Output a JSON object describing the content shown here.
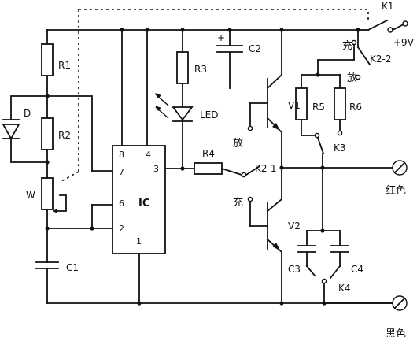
{
  "components": {
    "K1": "K1",
    "supply": "+9V",
    "K2_2": "K2-2",
    "K2_1": "K2-1",
    "R1": "R1",
    "R2": "R2",
    "R3": "R3",
    "R4": "R4",
    "R5": "R5",
    "R6": "R6",
    "D": "D",
    "W": "W",
    "C1": "C1",
    "C2": "C2",
    "C3": "C3",
    "C4": "C4",
    "K3": "K3",
    "K4": "K4",
    "LED": "LED",
    "IC": "IC",
    "V1": "V1",
    "V2": "V2",
    "plus": "+"
  },
  "pins": {
    "p8": "8",
    "p4": "4",
    "p7": "7",
    "p3": "3",
    "p6": "6",
    "p2": "2",
    "p1": "1"
  },
  "labels": {
    "charge_top": "充",
    "discharge_top": "放",
    "discharge_mid": "放",
    "charge_mid": "充",
    "red_terminal": "红色",
    "black_terminal": "黑色"
  }
}
